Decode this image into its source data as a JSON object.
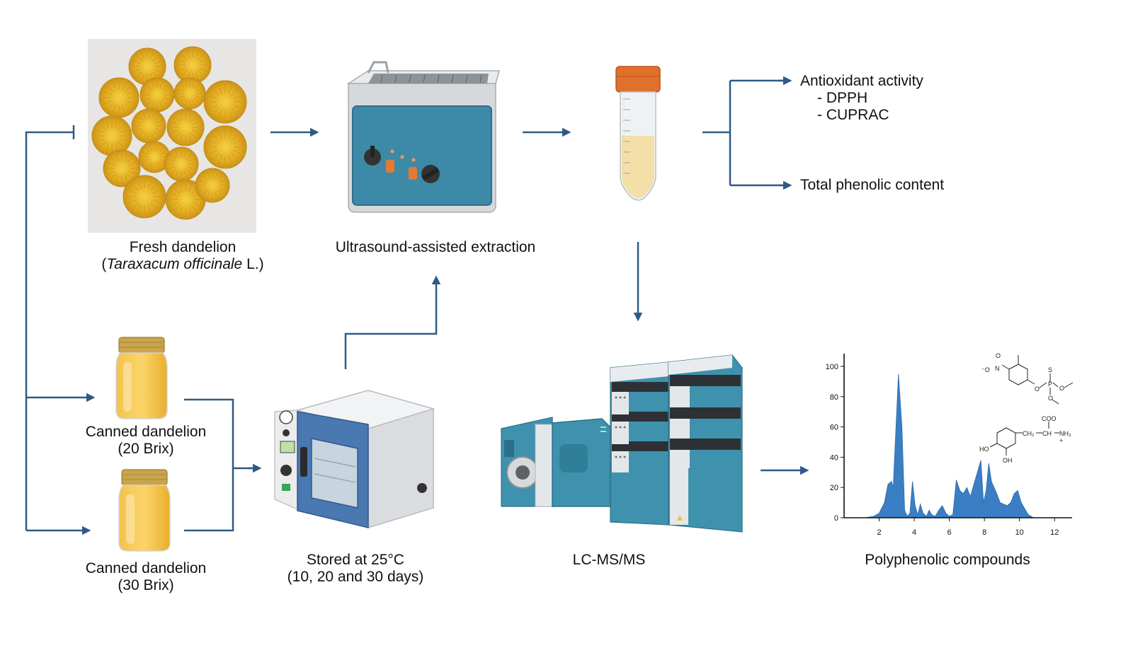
{
  "labels": {
    "fresh_line1": "Fresh dandelion",
    "fresh_line2_open": "(",
    "fresh_line2_italic": "Taraxacum officinale",
    "fresh_line2_close": " L.)",
    "ultrasound": "Ultrasound-assisted extraction",
    "canned20_line1": "Canned dandelion",
    "canned20_line2": "(20 Brix)",
    "canned30_line1": "Canned dandelion",
    "canned30_line2": "(30 Brix)",
    "stored_line1": "Stored at 25°C",
    "stored_line2": "(10, 20 and 30 days)",
    "lcms": "LC-MS/MS",
    "polyphenolic": "Polyphenolic compounds",
    "antioxidant": "Antioxidant activity",
    "dpph": "- DPPH",
    "cuprac": "- CUPRAC",
    "tpc": "Total phenolic content"
  },
  "chem": {
    "o_minus": "⁻O",
    "n_plus": "N",
    "o_top": "O",
    "s": "S",
    "p": "P",
    "o1": "O",
    "o2": "O",
    "o3": "O",
    "coo": "COO",
    "ch2": "CH₂",
    "ch": "CH",
    "nh3": "NH₃",
    "plus": "+",
    "ho": "HO",
    "oh": "OH"
  },
  "colors": {
    "arrow": "#2e5a85",
    "chart_fill": "#3a7fc4",
    "oven_door": "#4a78b0",
    "instrument": "#3e92ad",
    "sonicator_panel": "#3d8aa8",
    "tube_cap": "#e0702a",
    "jar_lid": "#c9a44a",
    "dandelion": "#e6b52a"
  },
  "chart_data": {
    "type": "area",
    "xlabel": "",
    "ylabel": "",
    "xlim": [
      0,
      13
    ],
    "ylim": [
      0,
      100
    ],
    "xticks": [
      2,
      4,
      6,
      8,
      10,
      12
    ],
    "yticks": [
      0,
      20,
      40,
      60,
      80,
      100
    ],
    "x": [
      0.6,
      1.2,
      1.7,
      2.0,
      2.3,
      2.5,
      2.7,
      2.8,
      2.9,
      3.1,
      3.3,
      3.45,
      3.6,
      3.75,
      3.9,
      4.05,
      4.2,
      4.35,
      4.5,
      4.7,
      4.85,
      5.0,
      5.2,
      5.4,
      5.6,
      5.8,
      6.0,
      6.2,
      6.4,
      6.6,
      6.8,
      7.0,
      7.2,
      7.4,
      7.6,
      7.8,
      7.95,
      8.1,
      8.25,
      8.4,
      8.55,
      8.7,
      8.9,
      9.1,
      9.3,
      9.5,
      9.7,
      9.9,
      10.1,
      10.3,
      10.5,
      10.65,
      10.8,
      11.0,
      11.3,
      12.0,
      13.0
    ],
    "y": [
      0,
      0,
      1,
      3,
      10,
      22,
      24,
      20,
      45,
      95,
      60,
      5,
      1,
      3,
      24,
      8,
      2,
      9,
      3,
      1,
      5,
      2,
      1,
      5,
      8,
      3,
      1,
      2,
      25,
      18,
      16,
      20,
      14,
      22,
      30,
      38,
      10,
      18,
      36,
      24,
      20,
      16,
      10,
      9,
      8,
      10,
      16,
      18,
      10,
      6,
      2,
      1,
      0
    ]
  }
}
